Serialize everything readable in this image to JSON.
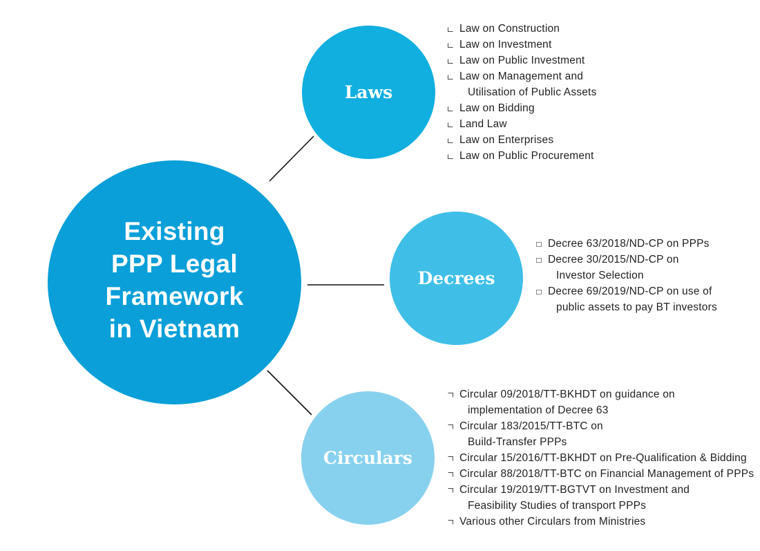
{
  "colors": {
    "main": "#0a9fd8",
    "laws": "#11afe0",
    "decrees": "#3fbfe8",
    "circulars": "#87d1ef",
    "text": "#222222",
    "connector": "#111111"
  },
  "center": {
    "title_lines": [
      "Existing",
      "PPP Legal",
      "Framework",
      "in Vietnam"
    ]
  },
  "branches": {
    "laws": {
      "label": "Laws",
      "items": [
        {
          "lines": [
            "Law on Construction"
          ]
        },
        {
          "lines": [
            "Law on Investment"
          ]
        },
        {
          "lines": [
            "Law on Public Investment"
          ]
        },
        {
          "lines": [
            "Law on Management and",
            "Utilisation of Public Assets"
          ]
        },
        {
          "lines": [
            "Law on Bidding"
          ]
        },
        {
          "lines": [
            "Land Law"
          ]
        },
        {
          "lines": [
            "Law on Enterprises"
          ]
        },
        {
          "lines": [
            "Law on Public Procurement"
          ]
        }
      ]
    },
    "decrees": {
      "label": "Decrees",
      "items": [
        {
          "lines": [
            "Decree 63/2018/ND-CP on PPPs"
          ]
        },
        {
          "lines": [
            "Decree 30/2015/ND-CP on",
            "Investor Selection"
          ]
        },
        {
          "lines": [
            "Decree 69/2019/ND-CP on use of",
            "public assets to pay BT investors"
          ]
        }
      ]
    },
    "circulars": {
      "label": "Circulars",
      "items": [
        {
          "lines": [
            "Circular 09/2018/TT-BKHDT on guidance on",
            "implementation of Decree 63"
          ]
        },
        {
          "lines": [
            "Circular 183/2015/TT-BTC on",
            "Build-Transfer PPPs"
          ]
        },
        {
          "lines": [
            "Circular 15/2016/TT-BKHDT on Pre-Qualification & Bidding"
          ]
        },
        {
          "lines": [
            "Circular 88/2018/TT-BTC on Financial Management of PPPs"
          ]
        },
        {
          "lines": [
            "Circular 19/2019/TT-BGTVT on Investment and",
            "Feasibility Studies of transport PPPs"
          ]
        },
        {
          "lines": [
            "Various other Circulars from Ministries"
          ]
        }
      ]
    }
  }
}
